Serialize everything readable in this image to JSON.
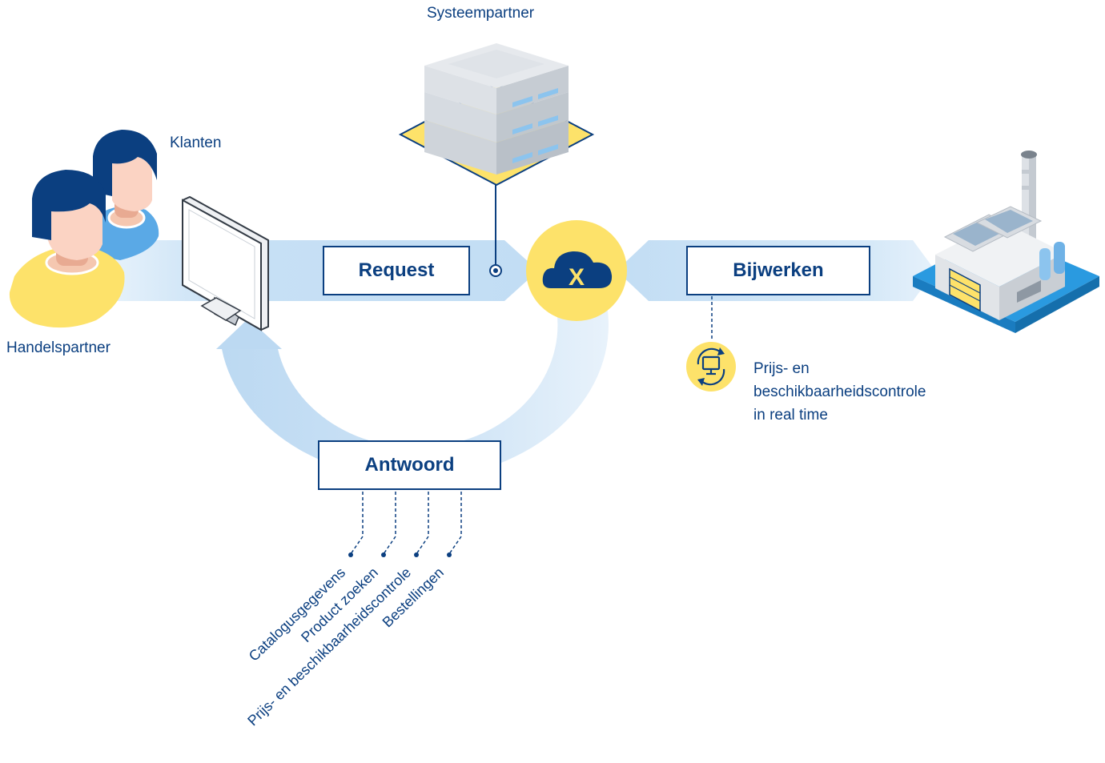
{
  "labels": {
    "systeempartner": "Systeempartner",
    "klanten": "Klanten",
    "handelspartner": "Handelspartner"
  },
  "boxes": {
    "request": "Request",
    "bijwerken": "Bijwerken",
    "antwoord": "Antwoord"
  },
  "realtime_check": {
    "line1": "Prijs- en",
    "line2": "beschikbaarheidscontrole",
    "line3": "in real time"
  },
  "answer_items": [
    "Catalogusgegevens",
    "Product zoeken",
    "Prijs- en beschikbaarheidscontrole",
    "Bestellingen"
  ],
  "hub": {
    "symbol": "X"
  },
  "colors": {
    "navy": "#0b3f80",
    "yellow": "#fde26a",
    "light_blue": "#c5e0f5",
    "sky_blue": "#5aa9e6"
  },
  "icons": {
    "hub": "cloud-x-icon",
    "sync": "sync-monitor-icon",
    "server": "server-stack-icon",
    "factory": "factory-icon",
    "computer": "monitor-icon",
    "people": "people-icon"
  }
}
